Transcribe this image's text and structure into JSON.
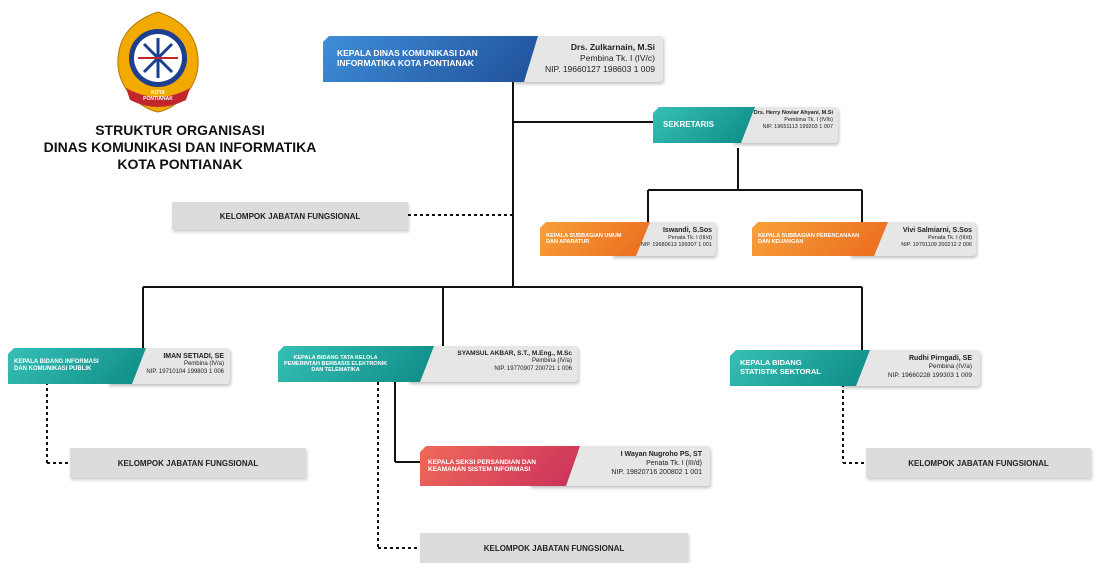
{
  "logo": {
    "text": "KOTA PONTIANAK"
  },
  "title": {
    "line1": "STRUKTUR ORGANISASI",
    "line2": "DINAS KOMUNIKASI DAN INFORMATIKA",
    "line3": "KOTA PONTIANAK"
  },
  "head": {
    "position_line1": "KEPALA DINAS KOMUNIKASI DAN",
    "position_line2": "INFORMATIKA KOTA PONTIANAK",
    "name": "Drs. Zulkarnain, M.Si",
    "rank": "Pembina Tk. I (IV/c)",
    "nip": "NIP. 19660127 198603 1 009"
  },
  "sekretaris": {
    "position": "SEKRETARIS",
    "name": "Drs. Herry Noviar Ahyani, M.Si",
    "rank": "Pembina Tk. I (IV/b)",
    "nip": "NIP. 19651113 199203 1 007"
  },
  "kasubag_umum": {
    "position_line1": "KEPALA SUBBAGIAN UMUM",
    "position_line2": "DAN APARATUR",
    "name": "Iswandi, S.Sos",
    "rank": "Penata Tk. I (III/d)",
    "nip": "NIP. 19680613 199307 1 001"
  },
  "kasubag_perencanaan": {
    "position_line1": "KEPALA SUBBAGIAN PERENCANAAN",
    "position_line2": "DAN KEUANGAN",
    "name": "Vivi Salmiarni, S.Sos",
    "rank": "Penata Tk. I (III/d)",
    "nip": "NIP. 19791109 200212 2 006"
  },
  "kabid_ikp": {
    "position_line1": "KEPALA BIDANG INFORMASI",
    "position_line2": "DAN KOMUNIKASI PUBLIK",
    "name": "IMAN SETIADI, SE",
    "rank": "Pembina (IV/a)",
    "nip": "NIP. 19710104 199803 1 006"
  },
  "kabid_tkpbe": {
    "position_line1": "KEPALA BIDANG TATA KELOLA",
    "position_line2": "PEMERINTAH BERBASIS ELEKTRONIK",
    "position_line3": "DAN TELEMATIKA",
    "name": "SYAMSUL AKBAR, S.T., M.Eng., M.Sc",
    "rank": "Pembina (IV/a)",
    "nip": "NIP. 19770907 200721 1 006"
  },
  "kasi_persandian": {
    "position_line1": "KEPALA SEKSI PERSANDIAN DAN",
    "position_line2": "KEAMANAN SISTEM INFORMASI",
    "name": "I Wayan Nugroho PS, ST",
    "rank": "Penata Tk. I (III/d)",
    "nip": "NIP. 19820716 200802 1 001"
  },
  "kabid_statistik": {
    "position_line1": "KEPALA BIDANG",
    "position_line2": "STATISTIK SEKTORAL",
    "name": "Rudhi Pirngadi, SE",
    "rank": "Pembina (IV/a)",
    "nip": "NIP. 19660228 199303 1 009"
  },
  "kjf": {
    "label": "KELOMPOK JABATAN FUNGSIONAL"
  },
  "colors": {
    "head": "#2a63b5",
    "sekretaris_bidang": "#1aa6a0",
    "subbagian": "#f08a2a",
    "seksi": "#de4a5c",
    "line": "#111111"
  }
}
